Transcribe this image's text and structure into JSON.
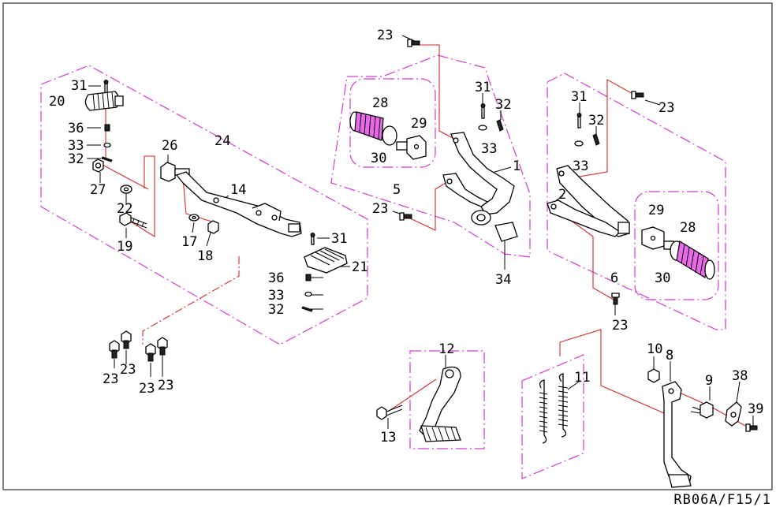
{
  "drawing_code": "RB06A/F15/1",
  "colors": {
    "group_outline": "#d23cd2",
    "leader_line": "#d42a2a",
    "grip_highlight": "#e86ae8",
    "ink": "#000000"
  },
  "callouts": {
    "c1": "1",
    "c2": "2",
    "c5": "5",
    "c6": "6",
    "c8": "8",
    "c9": "9",
    "c10": "10",
    "c11": "11",
    "c12": "12",
    "c13": "13",
    "c14": "14",
    "c17": "17",
    "c18": "18",
    "c19": "19",
    "c20": "20",
    "c21": "21",
    "c22": "22",
    "c24": "24",
    "c26": "26",
    "c27": "27",
    "c23_top": "23",
    "c23_topright": "23",
    "c23_mid": "23",
    "c23_right": "23",
    "c23_a": "23",
    "c23_b": "23",
    "c23_c": "23",
    "c23_d": "23",
    "c28_left": "28",
    "c28_right": "28",
    "c29_left": "29",
    "c29_right": "29",
    "c30_left": "30",
    "c30_right": "30",
    "c31_left": "31",
    "c31_midleft": "31",
    "c31_center": "31",
    "c31_right": "31",
    "c32_left": "32",
    "c32_lower": "32",
    "c32_center": "32",
    "c32_right": "32",
    "c33_left": "33",
    "c33_lower": "33",
    "c33_center": "33",
    "c33_right": "33",
    "c34": "34",
    "c36_left": "36",
    "c36_lower": "36",
    "c38": "38",
    "c39": "39"
  }
}
